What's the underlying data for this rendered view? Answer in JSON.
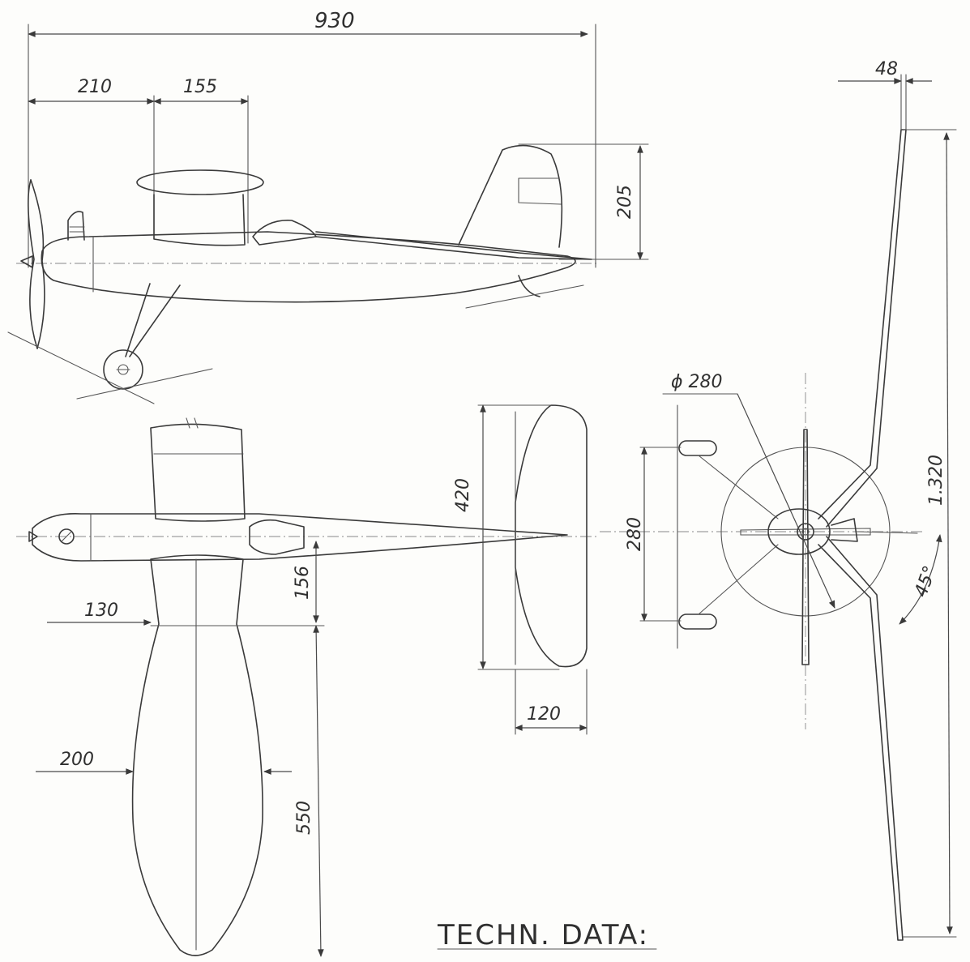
{
  "drawing": {
    "dimensions": {
      "overall_length": "930",
      "nose_to_wing": "210",
      "wing_chord_side": "155",
      "height": "205",
      "wing_thickness": "48",
      "propeller_dia": "ϕ 280",
      "wheel_track": "280",
      "stab_span": "420",
      "wing_center_chord": "156",
      "wing_root_chord": "130",
      "wing_tip_chord": "200",
      "wing_half_span": "550",
      "stab_chord": "120",
      "wingspan": "1.320",
      "dihedral_angle": "45°"
    },
    "caption": "TECHN. DATA:"
  }
}
